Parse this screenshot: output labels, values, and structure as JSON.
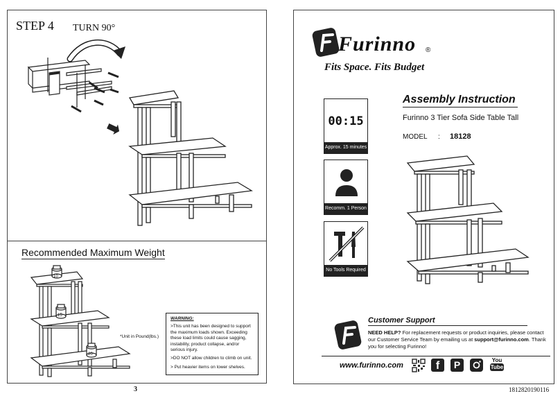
{
  "left": {
    "step_title": "STEP 4",
    "turn_label": "TURN 90°",
    "weight_title": "Recommended Maximum Weight",
    "unit_note": "*Unit in Pound(lbs.)",
    "weights": [
      "10",
      "15",
      "20"
    ],
    "warning": {
      "title": "WARNING:",
      "lines": [
        ">This unit has been designed to support the maximum loads shown. Exceeding these load limits could cause sagging, instability, product collapse, and/or serious injury.",
        ">DO NOT allow children to climb on unit.",
        "> Put heavier items on lower shelves."
      ]
    },
    "page_number": "3"
  },
  "right": {
    "brand": "Furinno",
    "brand_mark": "®",
    "tagline": "Fits Space. Fits Budget",
    "title": "Assembly Instruction",
    "product": "Furinno  3 Tier Sofa Side Table Tall",
    "model_label": "MODEL",
    "model_sep": ":",
    "model_value": "18128",
    "timer": "00:15",
    "box_captions": [
      "Approx. 15 minutes",
      "Recomm. 1 Person",
      "No Tools Required"
    ],
    "support_title": "Customer Support",
    "support_need": "NEED HELP?",
    "support_text1": " For replacement requests or product inquiries, please contact our Customer Service Team by emailing us at ",
    "support_email": "support@furinno.com",
    "support_text2": ". Thank you for selecting Furinno!",
    "website": "www.furinno.com",
    "youtube_top": "You",
    "youtube_bottom": "Tube",
    "doc_code": "1812820190116"
  }
}
